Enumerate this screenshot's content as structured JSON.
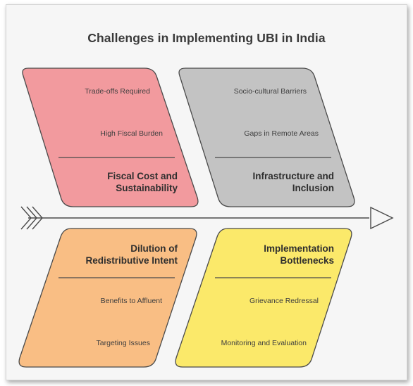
{
  "title": "Challenges in Implementing UBI in India",
  "colors": {
    "fiscal": "#f29a9e",
    "infrastructure": "#c3c3c3",
    "dilution": "#f9be84",
    "implementation": "#fbe96a",
    "stroke": "#4a4a4a",
    "background": "#f6f6f6"
  },
  "categories": {
    "fiscal": {
      "heading_line1": "Fiscal Cost and",
      "heading_line2": "Sustainability",
      "causes": [
        "Trade-offs Required",
        "High Fiscal Burden"
      ]
    },
    "infrastructure": {
      "heading_line1": "Infrastructure and",
      "heading_line2": "Inclusion",
      "causes": [
        "Socio-cultural Barriers",
        "Gaps in Remote Areas"
      ]
    },
    "dilution": {
      "heading_line1": "Dilution of",
      "heading_line2": "Redistributive Intent",
      "causes": [
        "Benefits to Affluent",
        "Targeting Issues"
      ]
    },
    "implementation": {
      "heading_line1": "Implementation",
      "heading_line2": "Bottlenecks",
      "causes": [
        "Grievance Redressal",
        "Monitoring and Evaluation"
      ]
    }
  }
}
